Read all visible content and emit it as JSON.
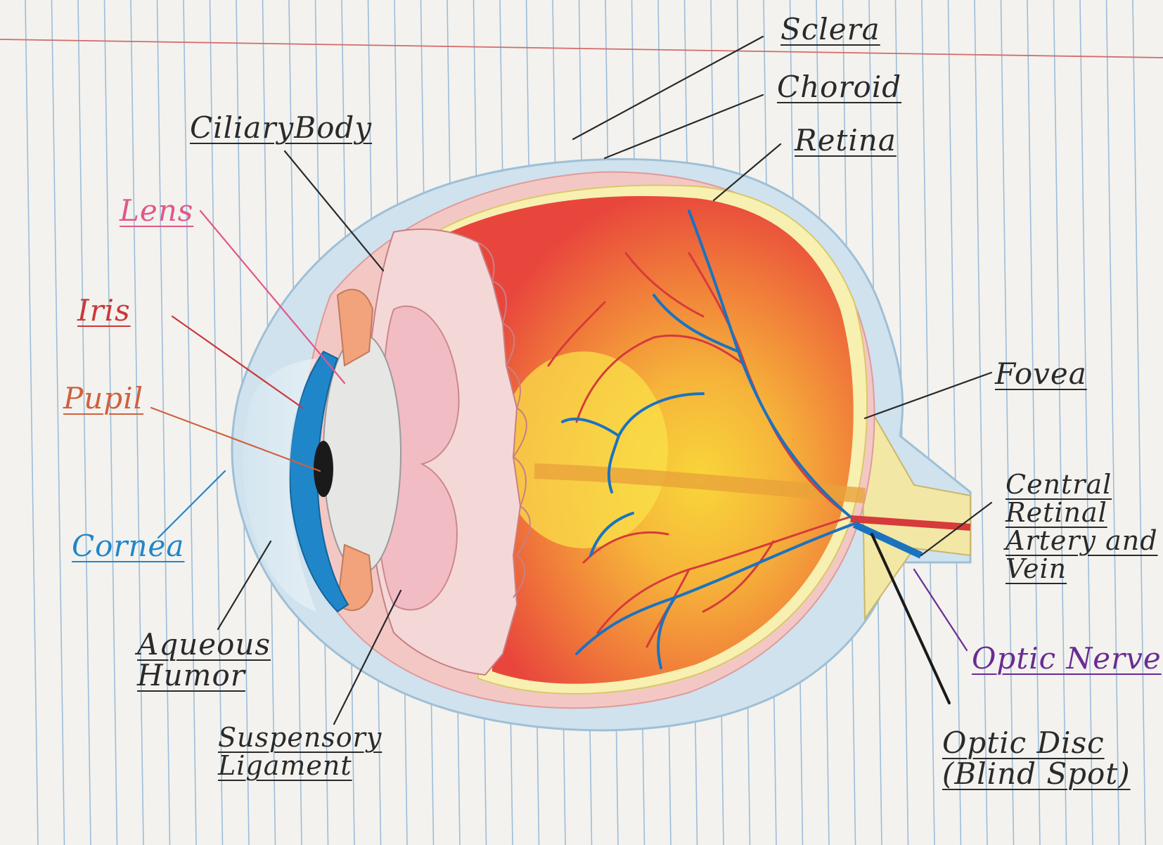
{
  "labels": {
    "sclera": "Sclera",
    "choroid": "Choroid",
    "retina": "Retina",
    "ciliary_body": "CiliaryBody",
    "lens": "Lens",
    "iris": "Iris",
    "pupil": "Pupil",
    "cornea": "Cornea",
    "aqueous_humor": [
      "Aqueous",
      "Humor"
    ],
    "suspensory_ligament": [
      "Suspensory",
      "Ligament"
    ],
    "fovea": "Fovea",
    "central_retinal": [
      "Central",
      "Retinal",
      "Artery and",
      "Vein"
    ],
    "optic_nerve": "Optic Nerve",
    "optic_disc": [
      "Optic Disc",
      "(Blind Spot)"
    ]
  },
  "colors": {
    "paper": "#f3f2ee",
    "rule_blue": "#8fb3d6",
    "margin_red": "#d46a6a",
    "ink_dark": "#2a2a2a",
    "lens_pink": "#e0588a",
    "iris_red": "#c9383a",
    "pupil_orange": "#d0603e",
    "cornea_blue": "#1f86c9",
    "optic_nerve_purple": "#6a2b93",
    "sclera_blue": "#cfe2ee",
    "retina_red": "#e8463c",
    "vitreous_yellow": "#f6c93a",
    "vein_blue": "#1b73bf"
  }
}
